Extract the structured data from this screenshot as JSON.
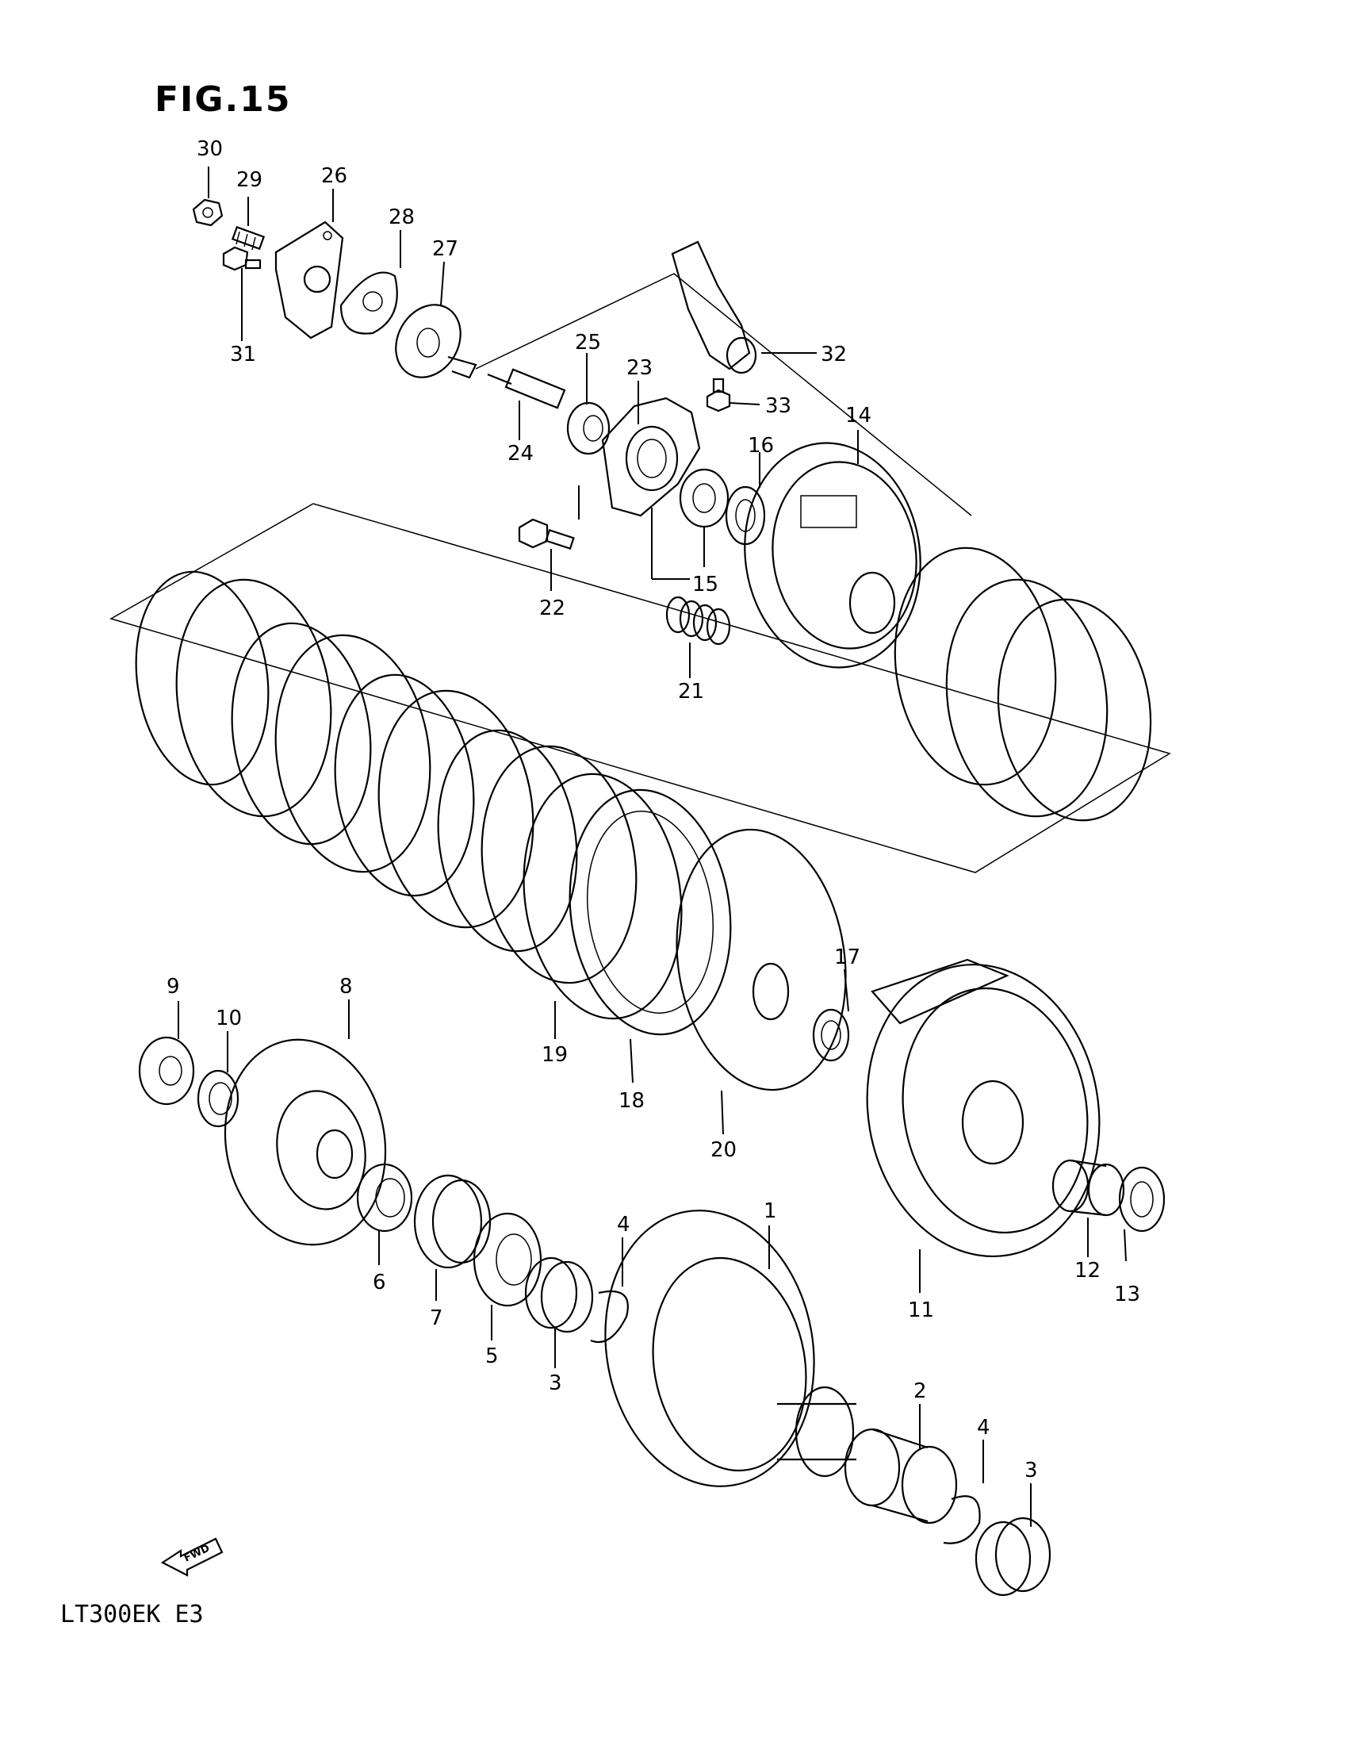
{
  "figure": {
    "title": "FIG.15",
    "model_code": "LT300EK  E3",
    "fwd_label": "FWD"
  },
  "callouts": [
    "1",
    "2",
    "3",
    "3",
    "4",
    "4",
    "5",
    "6",
    "7",
    "8",
    "9",
    "10",
    "11",
    "12",
    "13",
    "14",
    "15",
    "16",
    "17",
    "18",
    "19",
    "20",
    "21",
    "22",
    "23",
    "24",
    "25",
    "26",
    "27",
    "28",
    "29",
    "30",
    "31",
    "32",
    "33"
  ],
  "icons": {
    "fwd_arrow": "fwd-arrow-icon"
  }
}
